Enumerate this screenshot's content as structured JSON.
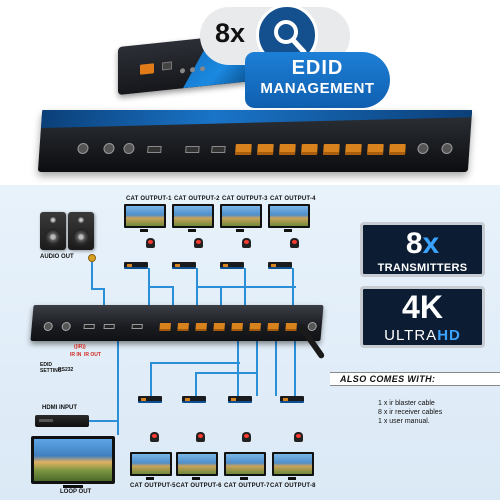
{
  "top_banner": {
    "magnify_count": "8x",
    "edid_line1": "EDID",
    "edid_line2": "MANAGEMENT"
  },
  "diagram": {
    "cat_outputs_top": [
      "CAT OUTPUT-1",
      "CAT OUTPUT-2",
      "CAT OUTPUT-3",
      "CAT OUTPUT-4"
    ],
    "cat_outputs_bottom": [
      "CAT OUTPUT-5",
      "CAT OUTPUT-6",
      "CAT OUTPUT-7",
      "CAT OUTPUT-8"
    ],
    "audio_out": "AUDIO OUT",
    "hdmi_input": "HDMI INPUT",
    "loop_out": "LOOP OUT",
    "edid_setting": "EDID\nSETTING",
    "rs232": "RS232",
    "ir_label": "IR",
    "ir_in_label": "IR IN",
    "ir_out_label": "IR OUT"
  },
  "badges": {
    "transmitters_count_num": "8",
    "transmitters_count_x": "x",
    "transmitters_label": "TRANSMITTERS",
    "resolution_big": "4K",
    "resolution_ultra": "ULTRA",
    "resolution_hd": "HD"
  },
  "also_comes_with": {
    "title": "ALSO COMES WITH:",
    "items": [
      "1 x ir blaster cable",
      "8 x ir receiver cables",
      "1 x user manual."
    ]
  },
  "colors": {
    "brand_blue": "#1b74c8",
    "connector_line": "#2a8fd6",
    "rj45_orange": "#d8821e",
    "badge_bg": "#0c1d33"
  }
}
